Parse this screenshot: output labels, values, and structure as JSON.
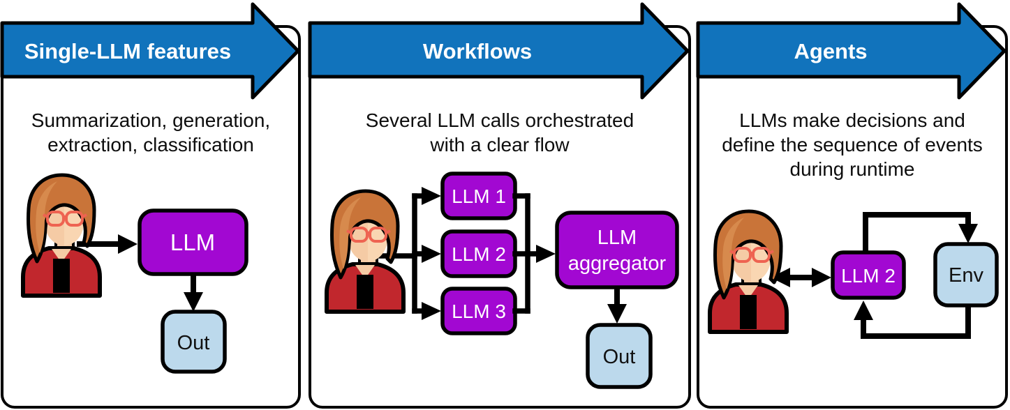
{
  "figure": {
    "kind": "three-panel LLM architecture flow diagram"
  },
  "colors": {
    "banner_blue": "#1173BC",
    "llm_purple": "#A208D2",
    "output_lightblue": "#BCD9EC",
    "outline_black": "#000000",
    "jacket_red": "#C1272D",
    "hair_orange": "#C97439",
    "hair_highlight": "#D78A4D",
    "skin": "#F5CBA5",
    "skin_highlight": "#F9D6B2",
    "glasses_coral": "#EE6351",
    "title_text": "#FFFFFF",
    "body_text": "#0D0D0D"
  },
  "icons": {
    "user": "user-icon",
    "banner": "banner-arrow-icon"
  },
  "panels": [
    {
      "title": "Single-LLM features",
      "description": [
        "Summarization, generation,",
        "extraction, classification"
      ],
      "boxes": {
        "llm": "LLM",
        "out": "Out"
      }
    },
    {
      "title": "Workflows",
      "description": [
        "Several LLM calls orchestrated",
        "with a clear flow"
      ],
      "boxes": {
        "llm1": "LLM 1",
        "llm2": "LLM 2",
        "llm3": "LLM 3",
        "aggregator_line1": "LLM",
        "aggregator_line2": "aggregator",
        "out": "Out"
      }
    },
    {
      "title": "Agents",
      "description": [
        "LLMs make decisions and",
        "define the sequence of events",
        "during runtime"
      ],
      "boxes": {
        "llm2": "LLM 2",
        "env": "Env"
      }
    }
  ]
}
